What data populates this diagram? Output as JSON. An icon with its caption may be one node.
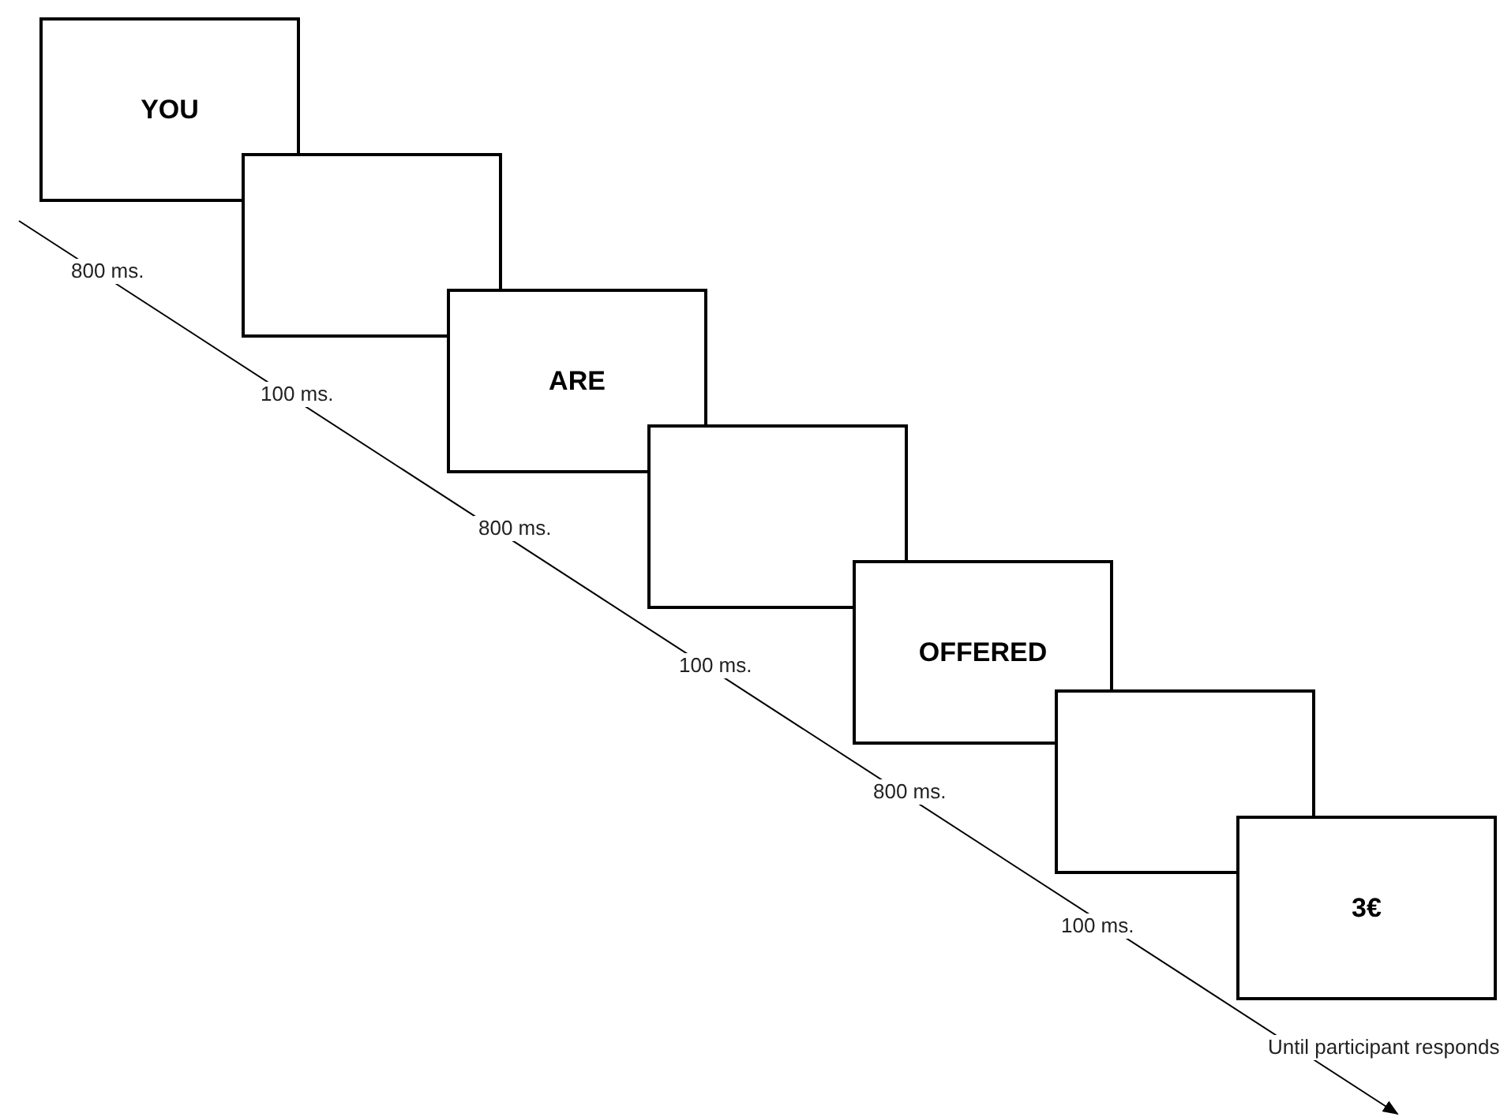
{
  "diagram": {
    "nodes": [
      {
        "text": [
          "YOU"
        ],
        "beside": [
          "800 ms."
        ]
      },
      {
        "text": [],
        "shape": "box",
        "beside": [
          "100 ms."
        ]
      },
      {
        "text": [
          "ARE"
        ],
        "beside": [
          "800 ms."
        ]
      },
      {
        "text": [],
        "shape": "box",
        "beside": [
          "100 ms."
        ]
      },
      {
        "text": [
          "OFFERED"
        ],
        "beside": [
          "800 ms."
        ]
      },
      {
        "text": [],
        "shape": "box",
        "beside": [
          "100 ms."
        ]
      },
      {
        "text": [
          "3€"
        ],
        "beside": [
          "Until participant responds"
        ]
      }
    ]
  }
}
